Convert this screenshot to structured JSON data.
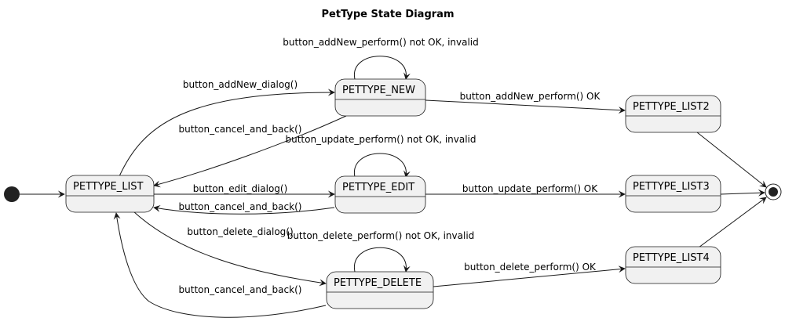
{
  "diagram": {
    "title": "PetType State Diagram",
    "states": {
      "list": "PETTYPE_LIST",
      "new": "PETTYPE_NEW",
      "edit": "PETTYPE_EDIT",
      "delete": "PETTYPE_DELETE",
      "list2": "PETTYPE_LIST2",
      "list3": "PETTYPE_LIST3",
      "list4": "PETTYPE_LIST4"
    },
    "transitions": {
      "start_to_list": "",
      "add_new_dialog": "button_addNew_dialog()",
      "new_cancel_back": "button_cancel_and_back()",
      "new_self_invalid": "button_addNew_perform() not OK, invalid",
      "new_to_list2": "button_addNew_perform() OK",
      "edit_dialog": "button_edit_dialog()",
      "edit_cancel_back": "button_cancel_and_back()",
      "edit_self_invalid": "button_update_perform() not OK, invalid",
      "edit_to_list3": "button_update_perform() OK",
      "delete_dialog": "button_delete_dialog()",
      "delete_cancel_back": "button_cancel_and_back()",
      "delete_self_invalid": "button_delete_perform() not OK, invalid",
      "delete_to_list4": "button_delete_perform() OK"
    }
  }
}
